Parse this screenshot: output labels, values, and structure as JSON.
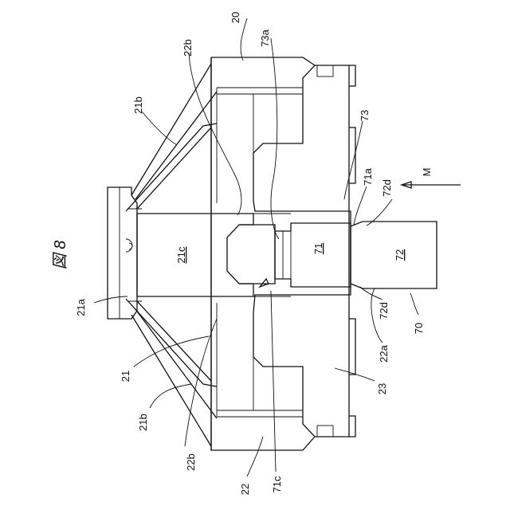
{
  "figure": {
    "title": "図 8"
  },
  "labels": {
    "l20": "20",
    "l73a": "73a",
    "l22b_top": "22b",
    "l21b_top": "21b",
    "l73": "73",
    "l71a": "71a",
    "l72d_top": "72d",
    "lM": "M",
    "l21c": "21c",
    "l71": "71",
    "l72": "72",
    "l21a": "21a",
    "l21": "21",
    "l22a": "22a",
    "l72d_bot": "72d",
    "l70": "70",
    "l23": "23",
    "l21b_bot": "21b",
    "l22b_bot": "22b",
    "l22": "22",
    "l71c": "71c"
  },
  "colors": {
    "line": "#111111",
    "background": "#ffffff"
  }
}
